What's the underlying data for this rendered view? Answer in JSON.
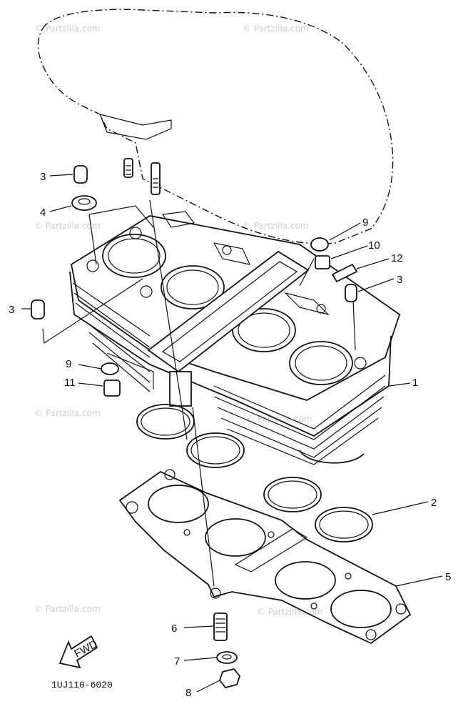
{
  "diagram": {
    "code": "1UJ110-6020",
    "fwd_label": "FWD",
    "watermark": "© Partzilla.com",
    "callouts": [
      "1",
      "2",
      "3",
      "3",
      "3",
      "4",
      "5",
      "6",
      "7",
      "8",
      "9",
      "9",
      "10",
      "11",
      "12"
    ]
  }
}
